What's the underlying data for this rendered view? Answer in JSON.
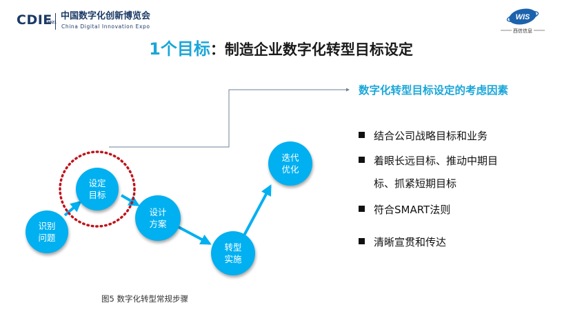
{
  "header": {
    "brand_mark": "CDIE",
    "brand_year": "2021",
    "expo_name_cn": "中国数字化创新博览会",
    "expo_name_en": "China Digital Innovation Expo",
    "partner_logo_text": "WIS",
    "partner_logo_subtitle": "西信信息"
  },
  "title": {
    "part1": "1个目标",
    "part2": "：制造企业数字化转型目标设定"
  },
  "factors": {
    "heading": "数字化转型目标设定的考虑因素",
    "items": [
      "结合公司战略目标和业务",
      "着眼长远目标、推动中期目",
      "标、抓紧短期目标",
      "符合SMART法则",
      "清晰宣贯和传达"
    ]
  },
  "steps": [
    {
      "line1": "识别",
      "line2": "问题"
    },
    {
      "line1": "设定",
      "line2": "目标"
    },
    {
      "line1": "设计",
      "line2": "方案"
    },
    {
      "line1": "转型",
      "line2": "实施"
    },
    {
      "line1": "迭代",
      "line2": "优化"
    }
  ],
  "caption": "图5 数字化转型常规步骤",
  "colors": {
    "accent": "#1aa6d8",
    "step_fill": "#00b0f0",
    "highlight_ring": "#c0141b",
    "connector": "#6b7f99"
  }
}
